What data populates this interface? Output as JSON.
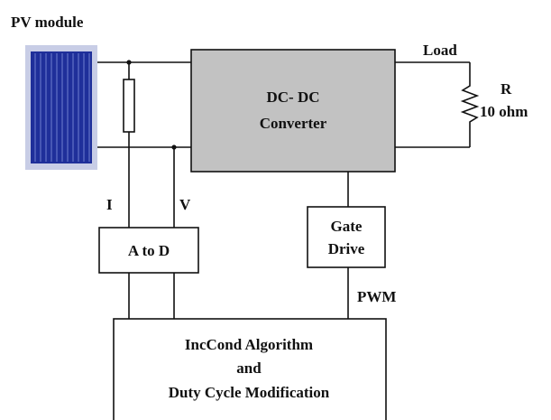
{
  "title": "PV module",
  "blocks": {
    "converter_line1": "DC- DC",
    "converter_line2": "Converter",
    "adc": "A to D",
    "gate_line1": "Gate",
    "gate_line2": "Drive",
    "algo_line1": "IncCond Algorithm",
    "algo_line2": "and",
    "algo_line3": "Duty Cycle Modification"
  },
  "signals": {
    "current": "I",
    "voltage": "V",
    "pwm": "PWM"
  },
  "load": {
    "label": "Load",
    "resistor_name": "R",
    "resistor_value": "10 ohm"
  },
  "colors": {
    "converter_fill": "#c2c2c2",
    "panel_fill": "#1f2f9a",
    "panel_frame": "#c8cde6",
    "line": "#111111"
  }
}
